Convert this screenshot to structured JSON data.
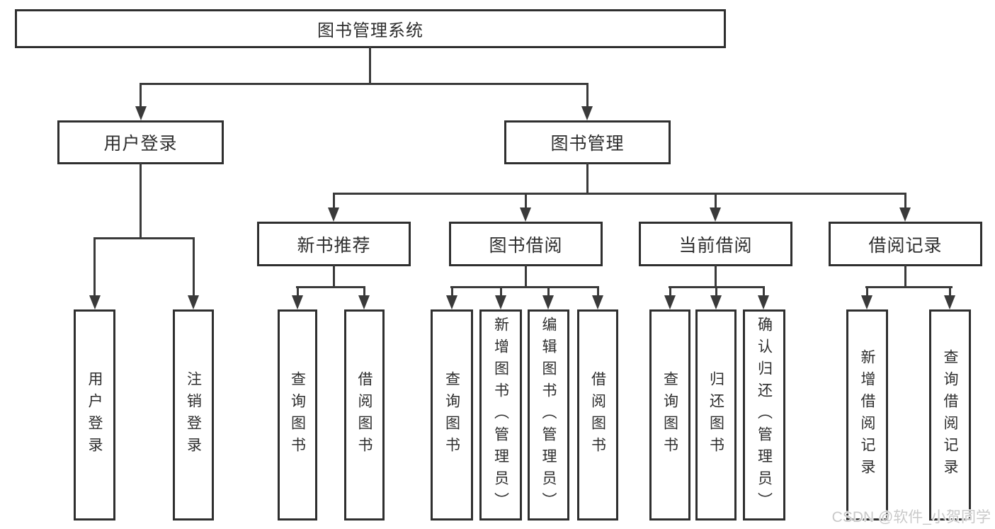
{
  "colors": {
    "background": "#ffffff",
    "line": "#3a3a3a",
    "box_border": "#2f2f2f",
    "text": "#2e2e2e",
    "watermark": "#c6c6c6"
  },
  "watermark": {
    "text": "CSDN @软件_小贺同学"
  },
  "tree": {
    "root": {
      "label": "图书管理系统"
    },
    "l1": [
      {
        "label": "用户登录"
      },
      {
        "label": "图书管理"
      }
    ],
    "l2": [
      {
        "label": "新书推荐"
      },
      {
        "label": "图书借阅"
      },
      {
        "label": "当前借阅"
      },
      {
        "label": "借阅记录"
      }
    ],
    "leaves": {
      "g1": [
        {
          "label": "用户登录"
        },
        {
          "label": "注销登录"
        }
      ],
      "g2": [
        {
          "label": "查询图书"
        },
        {
          "label": "借阅图书"
        }
      ],
      "g3": [
        {
          "label": "查询图书"
        },
        {
          "label": "新增图书（管理员）"
        },
        {
          "label": "编辑图书（管理员）"
        },
        {
          "label": "借阅图书"
        }
      ],
      "g4": [
        {
          "label": "查询图书"
        },
        {
          "label": "归还图书"
        },
        {
          "label": "确认归还（管理员）"
        }
      ],
      "g5": [
        {
          "label": "新增借阅记录"
        },
        {
          "label": "查询借阅记录"
        }
      ]
    }
  }
}
